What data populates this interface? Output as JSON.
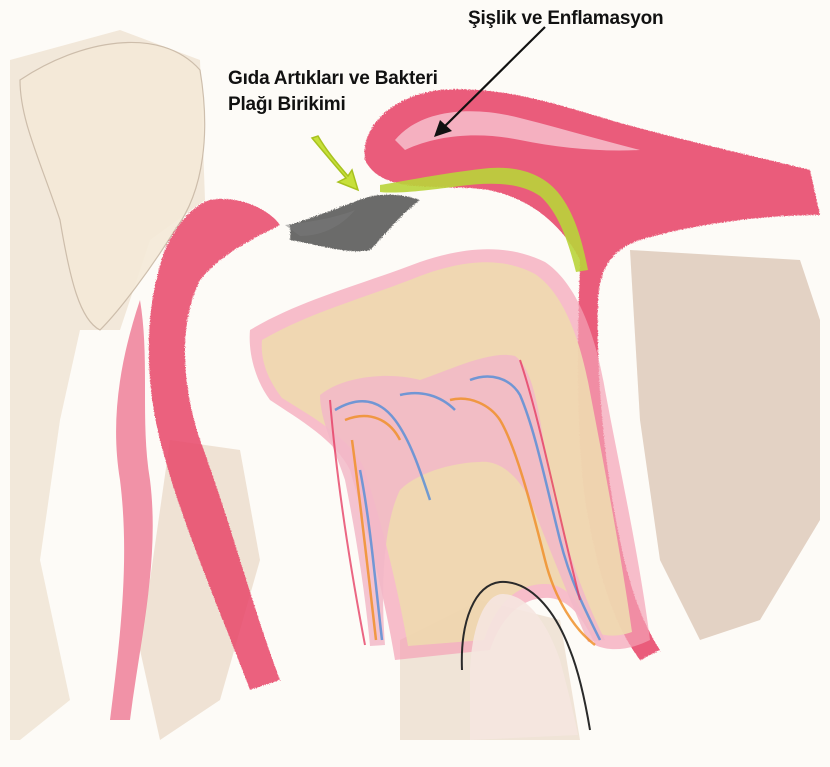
{
  "labels": {
    "swelling": "Şişlik ve Enflamasyon",
    "plaque_line1": "Gıda Artıkları ve Bakteri",
    "plaque_line2": "Plağı Birikimi"
  },
  "colors": {
    "background": "#fdfbf7",
    "gum": "#e8476a",
    "gum_light": "#f3a2b6",
    "dentin": "#efd9b0",
    "pulp": "#f2b8c8",
    "plaque": "#b9d43a",
    "arrow_plaque": "#c7e03a",
    "arrow_swelling": "#111111",
    "bone": "#d9c2a8",
    "nerve_blue": "#5b8fd6",
    "nerve_orange": "#f0902a"
  }
}
